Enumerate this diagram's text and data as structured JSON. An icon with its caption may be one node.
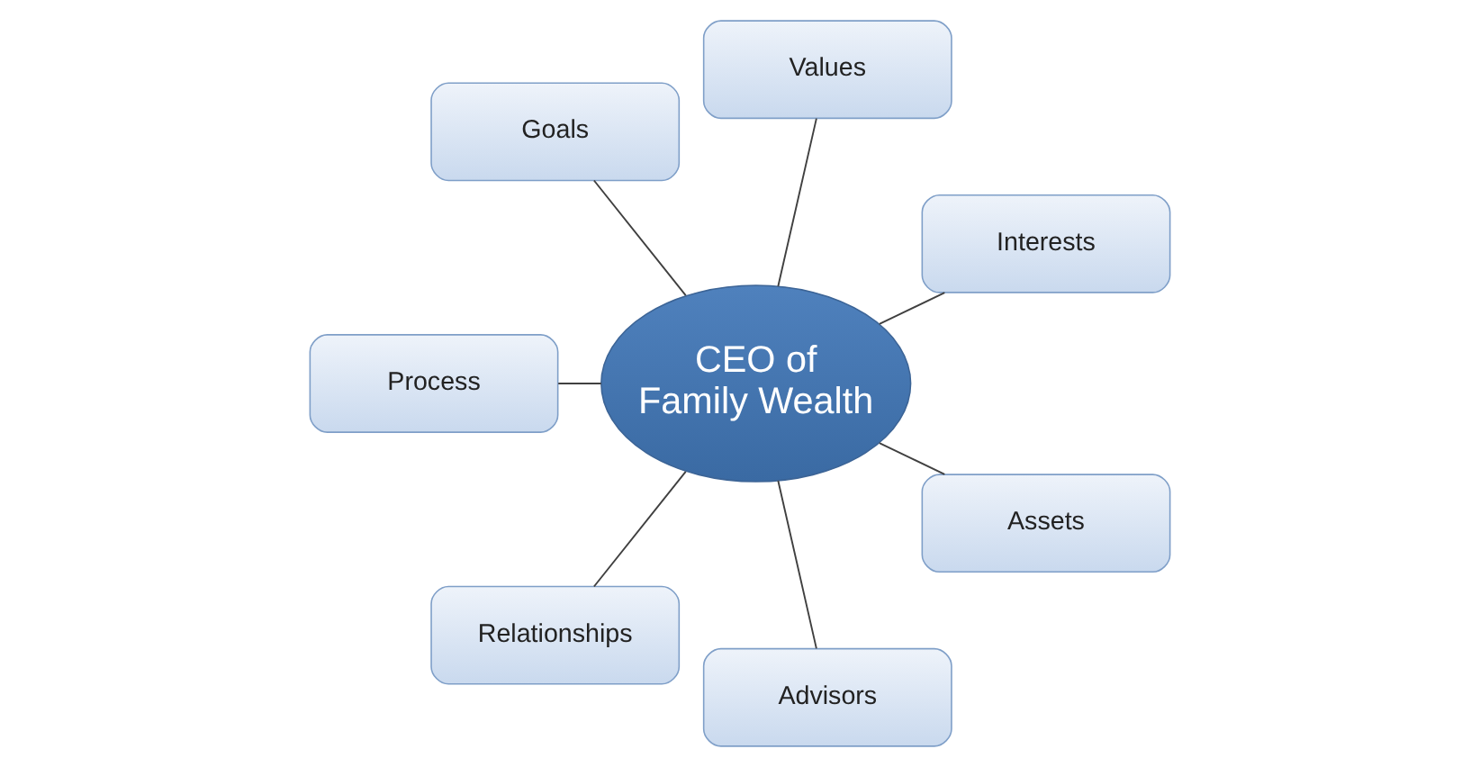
{
  "diagram": {
    "nodes": [
      {
        "text": [
          "Interests"
        ]
      },
      {
        "text": [
          "Values"
        ]
      },
      {
        "text": [
          "Goals"
        ]
      },
      {
        "text": [
          "CEO of Family Wealth"
        ]
      },
      {
        "text": [
          "Process"
        ]
      },
      {
        "text": [
          "Relationships"
        ]
      },
      {
        "text": [
          "Advisors"
        ]
      },
      {
        "text": [
          "Assets"
        ]
      }
    ],
    "edges": [
      {
        "from": 3,
        "to": 0,
        "arrow": "none"
      },
      {
        "from": 3,
        "to": 1,
        "arrow": "none"
      },
      {
        "from": 3,
        "to": 2,
        "arrow": "none"
      },
      {
        "from": 3,
        "to": 4,
        "arrow": "none"
      },
      {
        "from": 3,
        "to": 5,
        "arrow": "none"
      },
      {
        "from": 3,
        "to": 6,
        "arrow": "none"
      },
      {
        "from": 3,
        "to": 7,
        "arrow": "none"
      }
    ]
  }
}
